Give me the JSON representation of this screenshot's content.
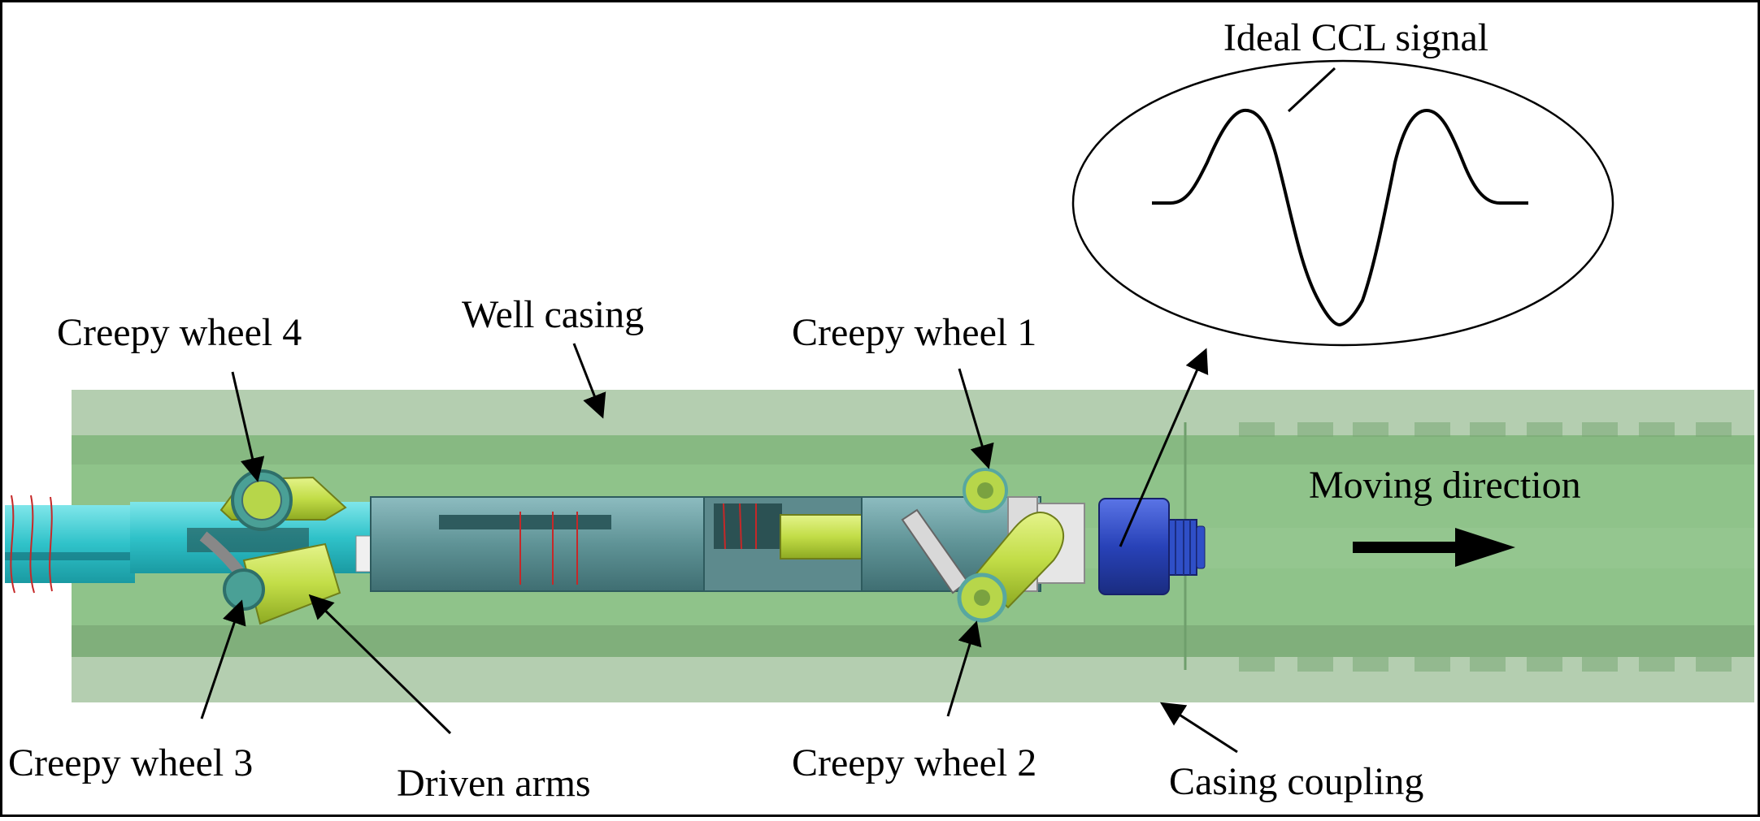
{
  "labels": {
    "signal_title": "Ideal CCL signal",
    "wheel4": "Creepy wheel 4",
    "well_casing": "Well casing",
    "wheel1": "Creepy wheel 1",
    "moving_direction": "Moving direction",
    "wheel3": "Creepy wheel 3",
    "driven_arms": "Driven arms",
    "wheel2": "Creepy wheel 2",
    "casing_coupling": "Casing coupling"
  },
  "colors": {
    "casing_outer": "#b4ceb0",
    "casing_inner": "#8fc38a",
    "casing_band": "#78a874",
    "tool_cyan": "#3ec9cf",
    "tool_body": "#6f9fa2",
    "arm_yellow": "#c6e04e",
    "sensor_blue": "#2a46b8",
    "wheel_teal": "#58a7a0"
  }
}
